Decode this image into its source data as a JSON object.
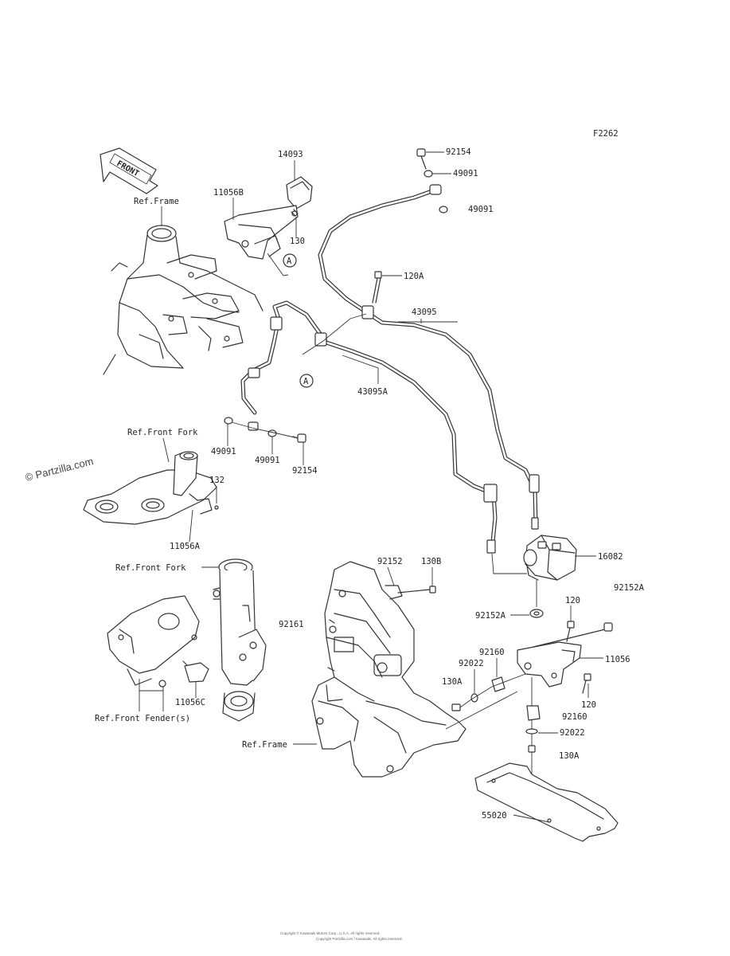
{
  "figure_code": "F2262",
  "watermark": "© Partzilla.com",
  "front_arrow": "FRONT",
  "callout_marker": "A",
  "refs": {
    "frame_top": "Ref.Frame",
    "front_fork_upper": "Ref.Front Fork",
    "front_fork_lower": "Ref.Front Fork",
    "front_fender": "Ref.Front Fender(s)",
    "frame_bottom": "Ref.Frame"
  },
  "parts": {
    "p14093": "14093",
    "p11056B": "11056B",
    "p130": "130",
    "p92154_top": "92154",
    "p49091_top1": "49091",
    "p49091_top2": "49091",
    "p120A": "120A",
    "p43095": "43095",
    "p43095A": "43095A",
    "p49091_mid1": "49091",
    "p49091_mid2": "49091",
    "p92154_mid": "92154",
    "p132": "132",
    "p11056A": "11056A",
    "p11056C": "11056C",
    "p92152": "92152",
    "p130B": "130B",
    "p16082": "16082",
    "p92152A_right": "92152A",
    "p92152A_left": "92152A",
    "p120_top": "120",
    "p92161": "92161",
    "p92160_left": "92160",
    "p92022_left": "92022",
    "p130A_left": "130A",
    "p11056": "11056",
    "p120_bottom": "120",
    "p92160_right": "92160",
    "p92022_right": "92022",
    "p130A_right": "130A",
    "p55020": "55020"
  },
  "copyright_line1": "Copyright © Kawasaki Motors Corp., U.S.A. All rights reserved.",
  "copyright_line2": "Copyright Partzilla.com / Kawasaki. All rights reserved."
}
